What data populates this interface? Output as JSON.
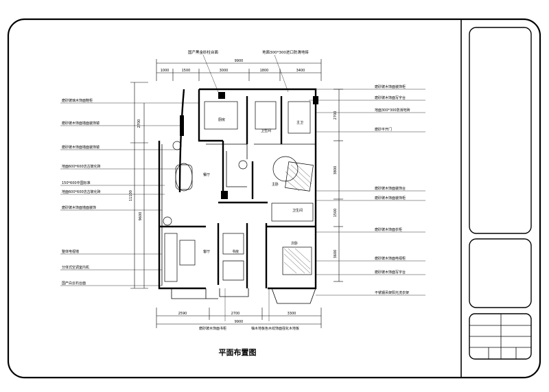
{
  "drawing_title": "平面布置图",
  "top_callouts": [
    "国产黑金砂柱台面",
    "地面300*300进口防滑地砖"
  ],
  "top_dims": [
    "1000",
    "1500",
    "3000",
    "1800",
    "3400"
  ],
  "top_total": "9900",
  "bottom_dims": [
    "2590",
    "2700",
    "3300"
  ],
  "bottom_total": "9900",
  "left_dims": [
    "2700",
    "11100",
    "9600"
  ],
  "right_dims": [
    "2700",
    "3800",
    "1500",
    "3600"
  ],
  "left_notes": [
    "磨砂玻璃木饰面鞋柜",
    "磨砂玻木饰面墙面装饰镜",
    "磨砂玻木饰面墙面装饰镜",
    "地面600*600仿古玻化砖",
    "150*600中国标准",
    "地面600*600仿古玻化砖",
    "磨砂玻木饰面墙面装饰"
  ],
  "left_notes_lower": [
    "整体电视墙",
    "分体式空调室内机",
    "国产白云石台面"
  ],
  "right_notes": [
    "磨砂玻木饰面装饰柜",
    "磨砂玻木饰面写字台",
    "地面300*300防滑地砖",
    "磨砂平开门",
    "磨砂玻木饰面装饰台",
    "磨砂玻木饰面装饰柜",
    "磨砂玻木饰面衣柜",
    "磨砂玻木饰面电视柜",
    "磨砂玻木饰面写字台",
    "不锈钢吊架阳光洗衣架"
  ],
  "bottom_notes": [
    "磨砂玻木饰面书柜",
    "柚木地板色木纹饰面强化木地板"
  ],
  "room_labels": [
    "厨房",
    "餐厅",
    "卫生间",
    "主卧",
    "卫生间",
    "客厅",
    "书房",
    "次卧",
    "主卫"
  ],
  "colors": {
    "line": "#000000",
    "paper": "#ffffff"
  }
}
